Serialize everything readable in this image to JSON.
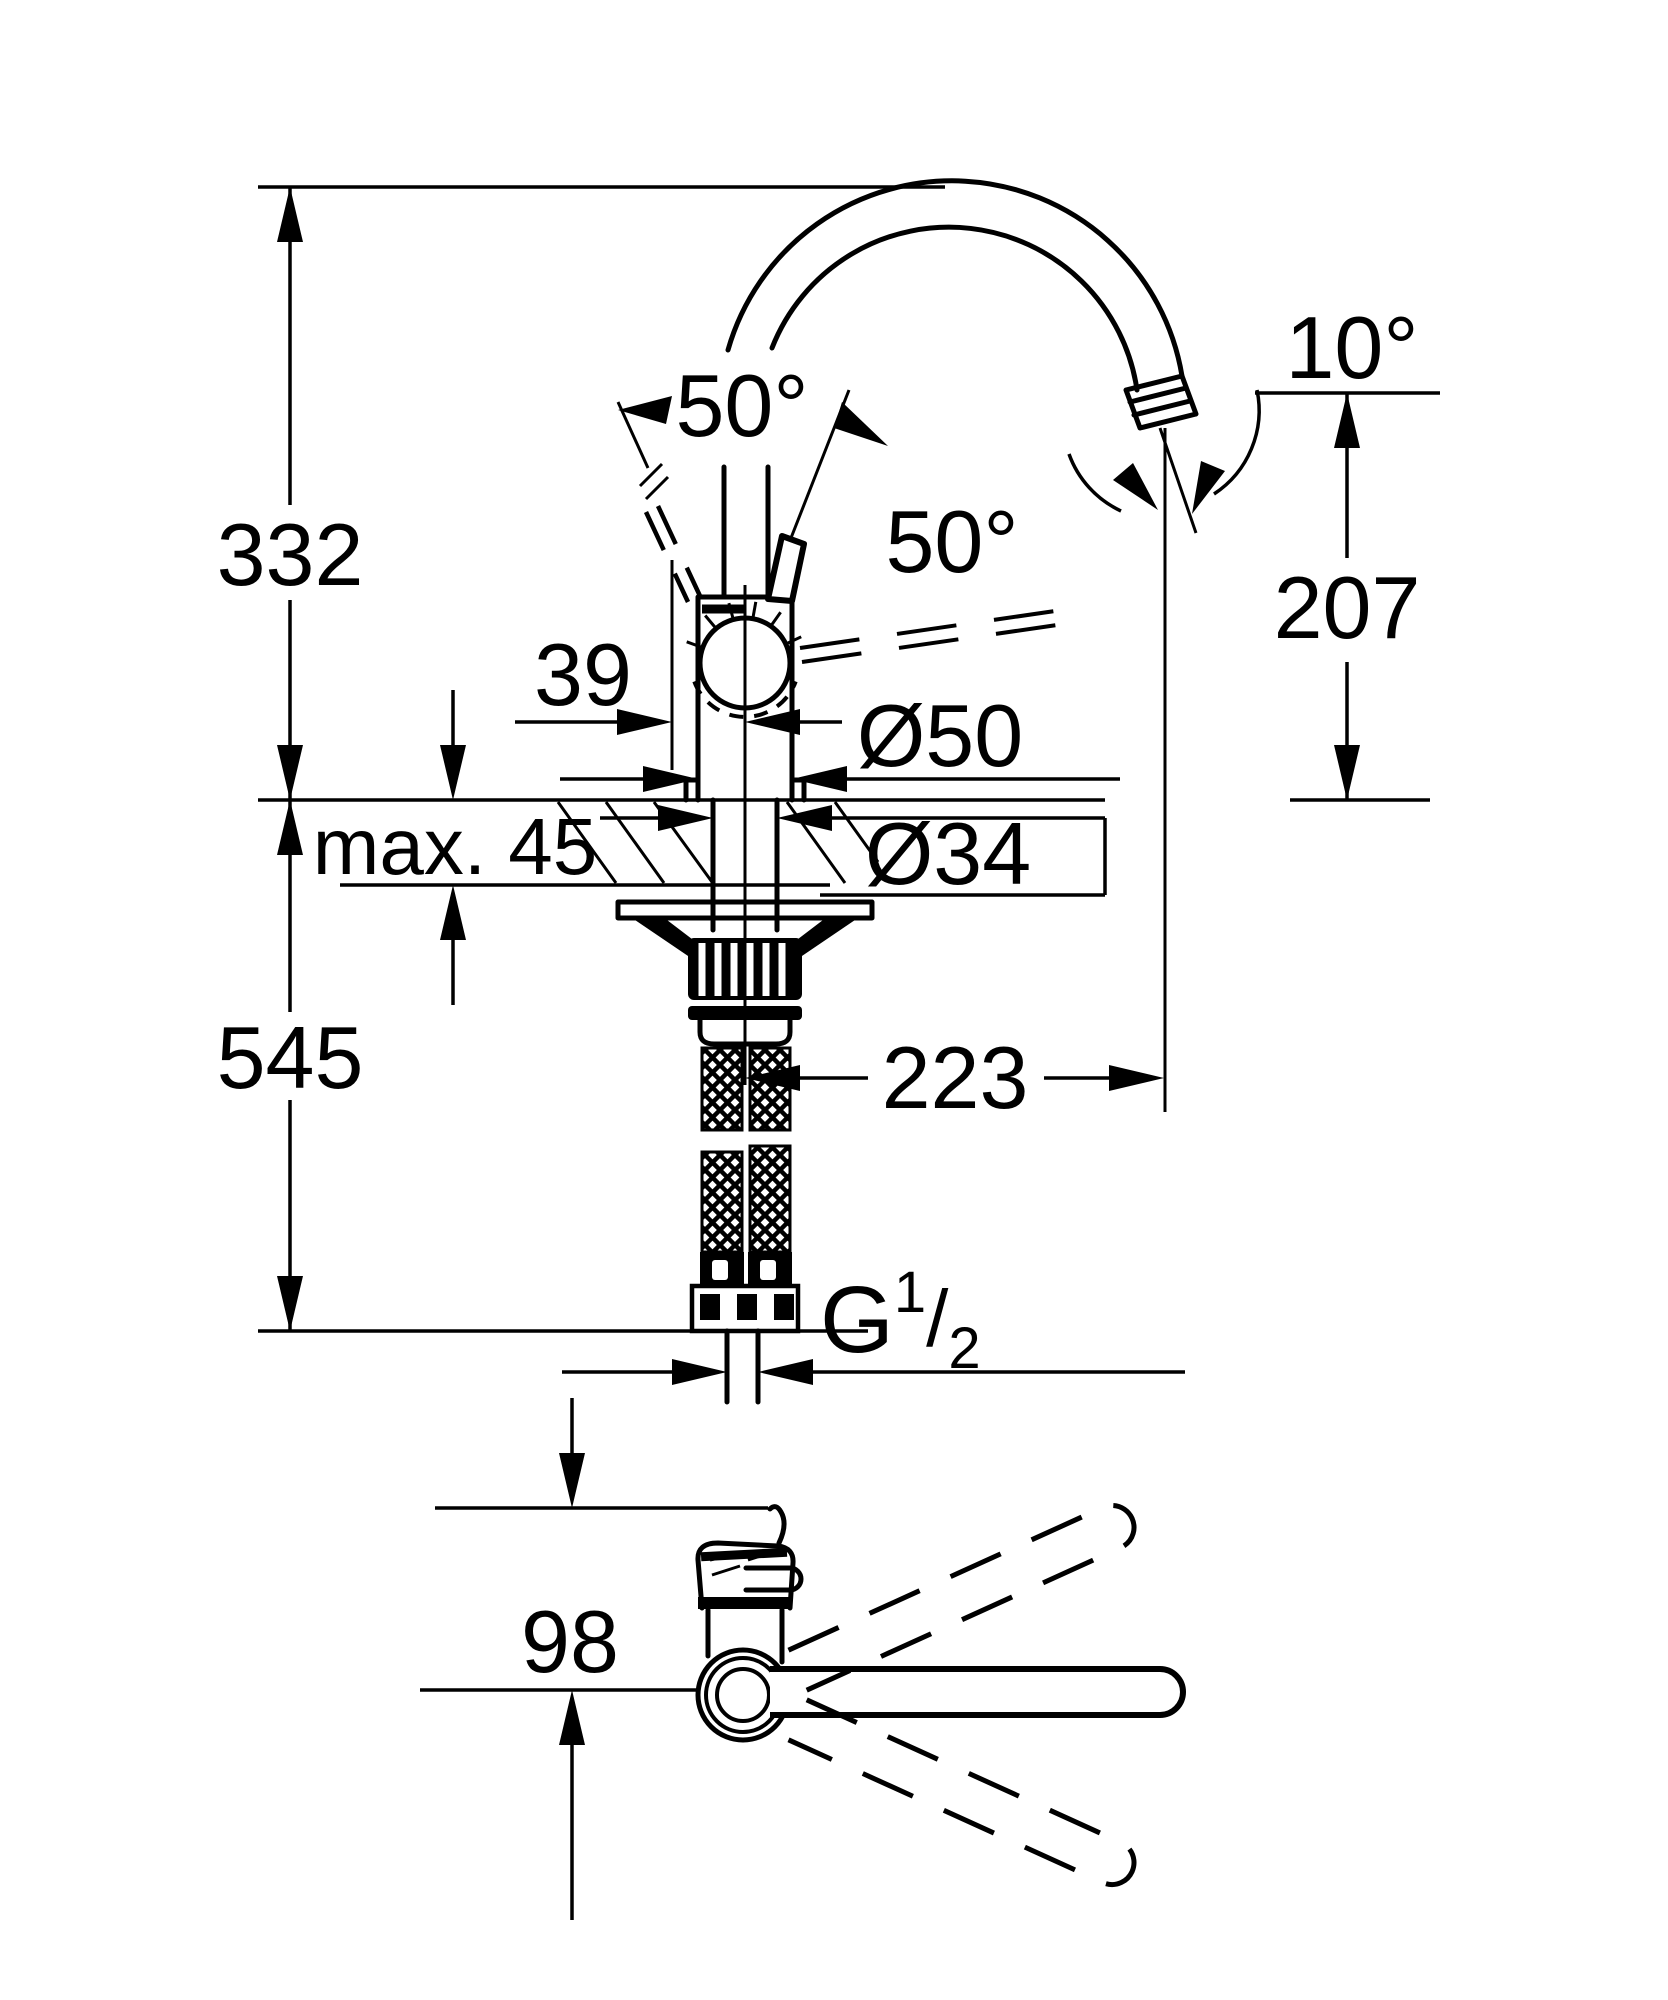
{
  "drawing": {
    "kind": "technical-dimension-drawing",
    "subject": "single-lever kitchen mixer tap, side elevation and top view",
    "units": "mm",
    "ink_color": "#000000",
    "background_color": "#ffffff"
  },
  "labels": {
    "height_overall": "332",
    "below_deck_length": "545",
    "spout_height": "207",
    "spout_reach": "223",
    "offset_39": "39",
    "deck_thickness": "max. 45",
    "body_diameter": "Ø50",
    "hole_diameter": "Ø34",
    "swing_left": "50°",
    "swing_right": "50°",
    "outlet_angle": "10°",
    "top_view_depth": "98",
    "thread_main": "G",
    "thread_sup": "1",
    "thread_slash": "/",
    "thread_sub": "2"
  }
}
